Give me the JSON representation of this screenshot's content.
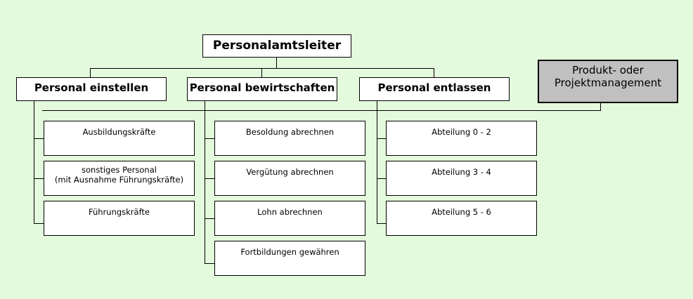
{
  "diagram": {
    "title_text": "Personalamtsleiter",
    "background_color": "#e4fadc",
    "box_fill": "#ffffff",
    "highlight_fill": "#c0c0c0",
    "line_color": "#000000"
  },
  "root": {
    "label": "Personalamtsleiter"
  },
  "level2": [
    {
      "label": "Personal einstellen"
    },
    {
      "label": "Personal bewirtschaften"
    },
    {
      "label": "Personal entlassen"
    }
  ],
  "highlight": {
    "label": "Produkt- oder\nProjektmanagement"
  },
  "column1": [
    {
      "label": "Ausbildungskräfte"
    },
    {
      "label": "sonstiges Personal\n(mit Ausnahme Führungskräfte)"
    },
    {
      "label": "Führungskräfte"
    }
  ],
  "column2": [
    {
      "label": "Besoldung abrechnen"
    },
    {
      "label": "Vergütung abrechnen"
    },
    {
      "label": "Lohn abrechnen"
    },
    {
      "label": "Fortbildungen gewähren"
    }
  ],
  "column3": [
    {
      "label": "Abteilung 0 - 2"
    },
    {
      "label": "Abteilung 3 - 4"
    },
    {
      "label": "Abteilung 5 - 6"
    }
  ]
}
